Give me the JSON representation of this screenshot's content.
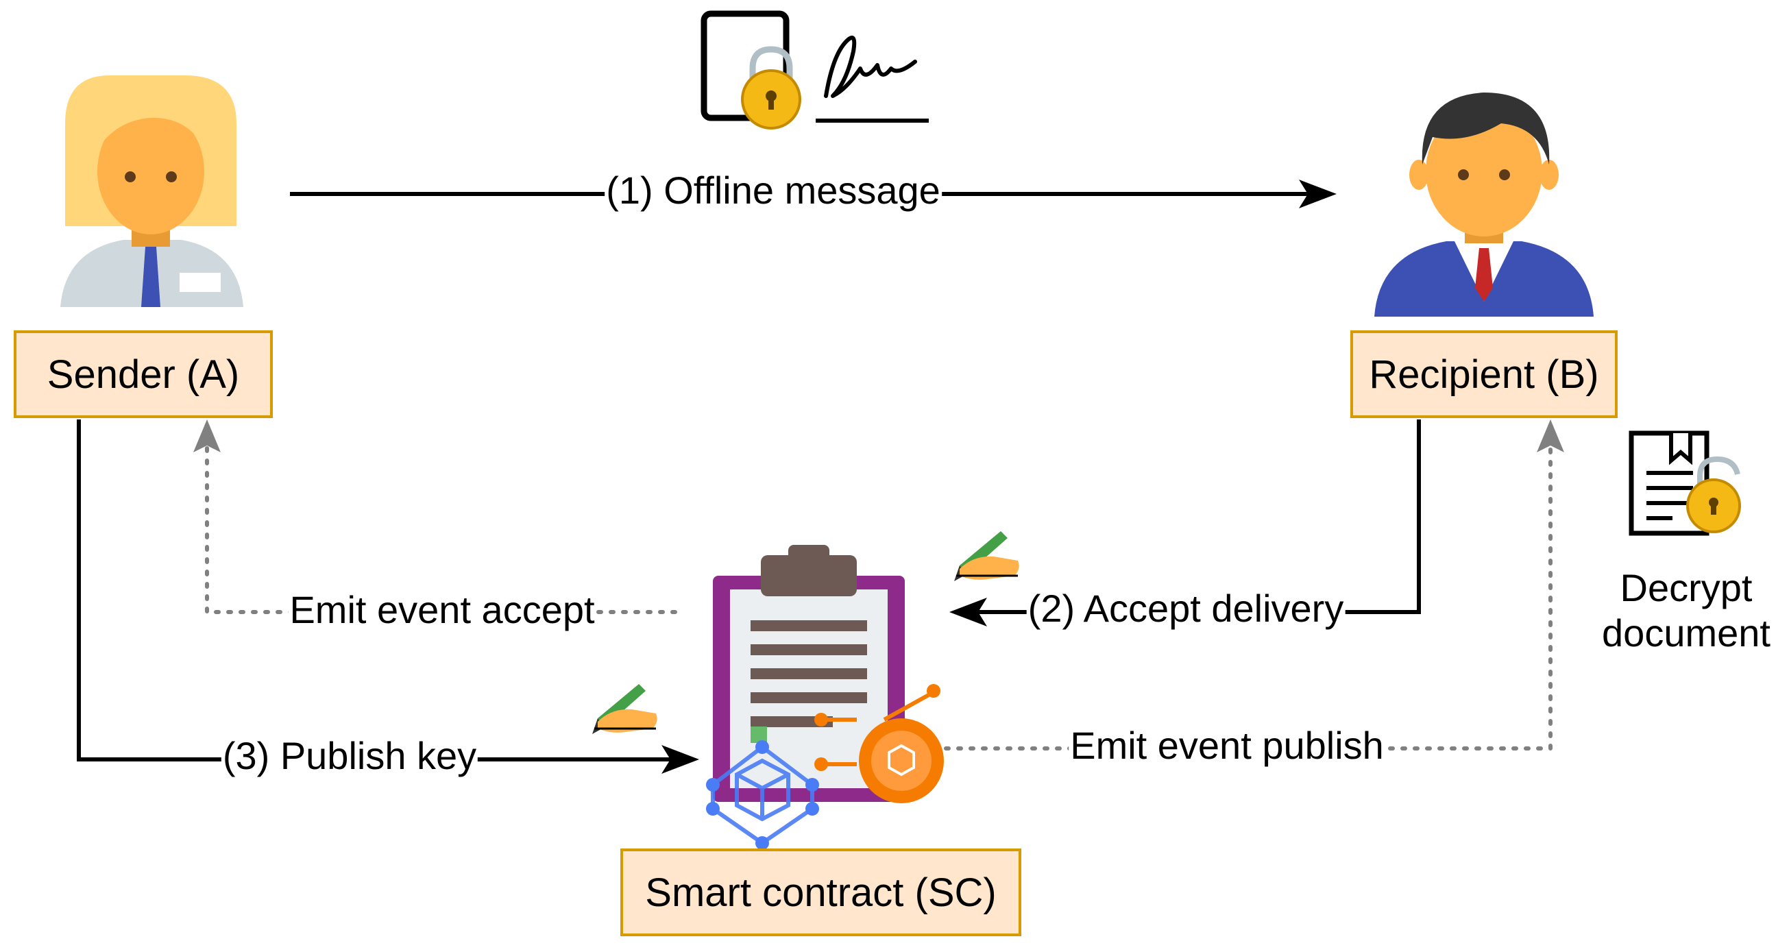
{
  "nodes": {
    "sender": {
      "label": "Sender (A)"
    },
    "recipient": {
      "label": "Recipient (B)"
    },
    "smart_contract": {
      "label": "Smart contract (SC)"
    }
  },
  "edges": {
    "offline_message": {
      "label": "(1) Offline message"
    },
    "accept_delivery": {
      "label": "(2) Accept delivery"
    },
    "publish_key": {
      "label": "(3) Publish key"
    },
    "emit_accept": {
      "label": "Emit event accept"
    },
    "emit_publish": {
      "label": "Emit event publish"
    }
  },
  "annotations": {
    "decrypt_line1": "Decrypt",
    "decrypt_line2": "document"
  },
  "icons": {
    "sender": "female-user-icon",
    "recipient": "male-user-icon",
    "document_signature": "locked-document-signature-icon",
    "clipboard": "clipboard-contract-icon",
    "blockchain": "blockchain-network-icon",
    "sign_a": "signing-hand-icon",
    "sign_b": "signing-hand-icon",
    "decrypt": "unlocked-document-icon"
  },
  "colors": {
    "box_fill": "#ffe6cc",
    "box_stroke": "#d79b00",
    "skin": "#ffb14a",
    "hair_female": "#ffd77a",
    "hair_male": "#333333",
    "suit": "#3d50b3",
    "shirt": "#cfd8dc",
    "tie_female": "#3d50b3",
    "tie_male": "#c62828",
    "lock": "#f5b915",
    "clipboard_border": "#8e2a8a",
    "clipboard_clip": "#6d5a55",
    "blockchain_blue": "#4a7cf5",
    "blockchain_orange": "#f57c00",
    "dotted_line": "#808080"
  }
}
